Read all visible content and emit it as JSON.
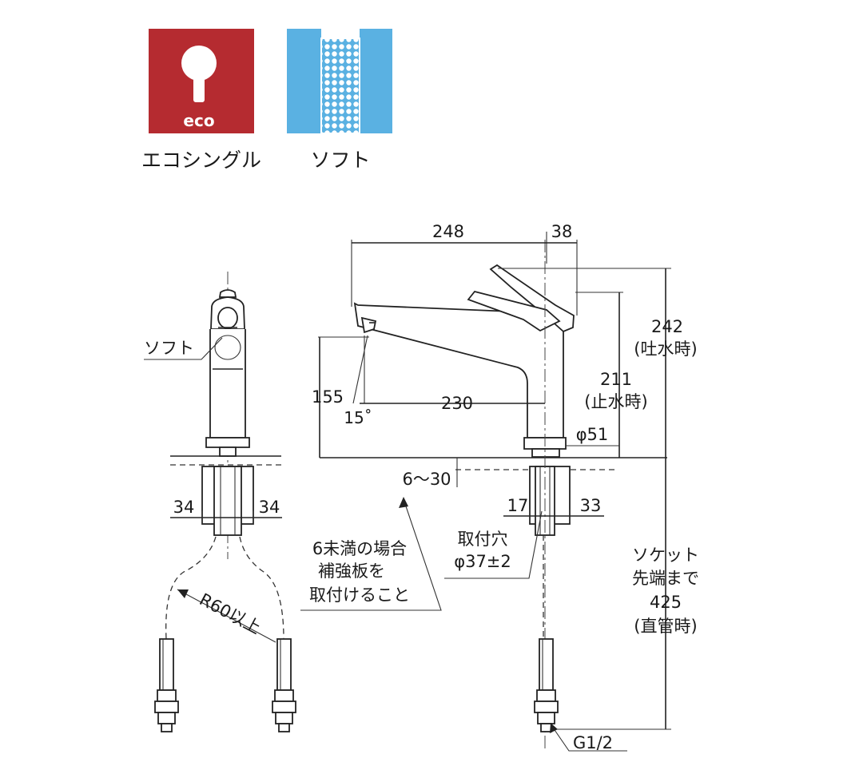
{
  "icons": {
    "eco": {
      "text": "eco",
      "caption": "エコシングル",
      "color": "#b52b30"
    },
    "soft": {
      "caption": "ソフト",
      "color": "#5ab1e2"
    }
  },
  "side_view": {
    "soft_label": "ソフト",
    "dim_left": "34",
    "dim_right": "34",
    "radius_label": "R60以上"
  },
  "front_view": {
    "dim_248": "248",
    "dim_38": "38",
    "dim_242": "242",
    "dim_242_note": "(吐水時)",
    "dim_211": "211",
    "dim_211_note": "(止水時)",
    "dim_155": "155",
    "angle_15": "15˚",
    "dim_230": "230",
    "dim_phi51": "φ51",
    "dim_6_30": "6～30",
    "dim_17": "17",
    "dim_33": "33",
    "hole_label_1": "取付穴",
    "hole_label_2": "φ37±2",
    "note_line_1": "6未満の場合",
    "note_line_2": "補強板を",
    "note_line_3": "取付けること",
    "socket_line_1": "ソケット",
    "socket_line_2": "先端まで",
    "socket_line_3": "425",
    "socket_line_4": "(直管時)",
    "thread_label": "G1/2"
  }
}
